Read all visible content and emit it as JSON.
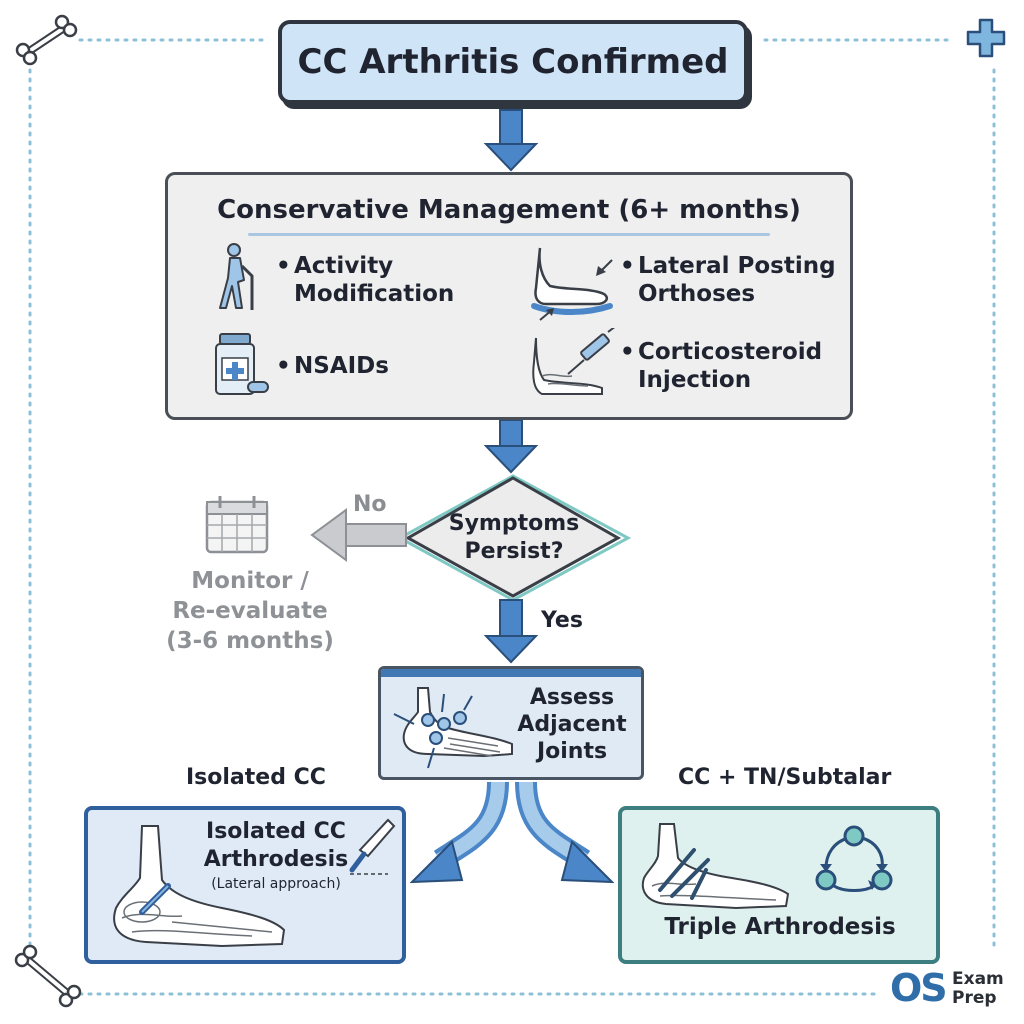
{
  "title": "CC Arthritis Confirmed",
  "conservative": {
    "title": "Conservative Management (6+ months)",
    "items": [
      {
        "label_line1": "Activity",
        "label_line2": "Modification",
        "icon": "walking-cane-icon"
      },
      {
        "label_line1": "Lateral Posting",
        "label_line2": "Orthoses",
        "icon": "foot-orthosis-icon"
      },
      {
        "label_line1": "NSAIDs",
        "label_line2": "",
        "icon": "medicine-bottle-icon"
      },
      {
        "label_line1": "Corticosteroid",
        "label_line2": "Injection",
        "icon": "foot-injection-icon"
      }
    ]
  },
  "decision": {
    "line1": "Symptoms",
    "line2": "Persist?",
    "no_label": "No",
    "yes_label": "Yes"
  },
  "monitor": {
    "line1": "Monitor /",
    "line2": "Re-evaluate",
    "line3": "(3-6 months)",
    "icon": "calendar-icon"
  },
  "assess": {
    "line1": "Assess",
    "line2": "Adjacent",
    "line3": "Joints",
    "icon": "foot-joints-icon"
  },
  "branches": {
    "left_label": "Isolated CC",
    "right_label": "CC + TN/Subtalar"
  },
  "isolated": {
    "line1": "Isolated CC",
    "line2": "Arthrodesis",
    "sub": "(Lateral approach)",
    "icon": "scalpel-icon"
  },
  "triple": {
    "label": "Triple Arthrodesis",
    "icon": "cycle-arrows-icon"
  },
  "logo": {
    "mark": "OS",
    "line1": "Exam",
    "line2": "Prep"
  },
  "colors": {
    "arrow_blue": "#4a86c8",
    "title_fill": "#cfe4f7",
    "teal": "#5fb3b3",
    "gray_arrow": "#b5b7ba"
  }
}
